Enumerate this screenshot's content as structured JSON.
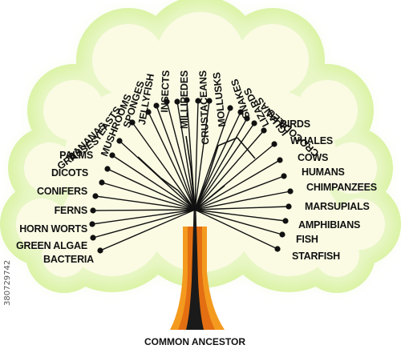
{
  "tree": {
    "root_label": "COMMON ANCESTOR",
    "colors": {
      "canopy_outer": "#d9f2a0",
      "canopy_glow": "#e9f7c8",
      "canopy_inner": "#fbfbe4",
      "trunk_outer": "#f39a1f",
      "trunk_inner": "#e36f12",
      "trunk_core": "#1a1a1a",
      "branch": "#111111"
    },
    "species": [
      "BACTERIA",
      "GREEN ALGAE",
      "HORN WORTS",
      "FERNS",
      "CONIFERS",
      "DICOTS",
      "PALMS",
      "GRASSES",
      "BANANAS",
      "YEASTS",
      "MUSHROOMS",
      "SPONGES",
      "JELLYFISH",
      "INSECTS",
      "MILLIPEDES",
      "CRUSTACEANS",
      "MOLLUSKS",
      "SNAKES",
      "LIZARDS",
      "IGUANAS",
      "CROCODILES",
      "BIRDS",
      "WHALES",
      "COWS",
      "HUMANS",
      "CHIMPANZEES",
      "MARSUPIALS",
      "AMPHIBIANS",
      "FISH",
      "STARFISH"
    ]
  },
  "watermark": {
    "id_text": "380729742"
  }
}
